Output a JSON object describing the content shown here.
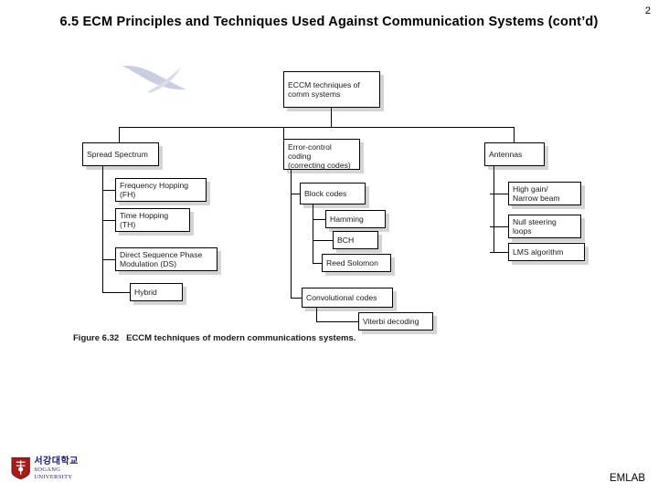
{
  "header": {
    "title": "6.5 ECM Principles and Techniques Used Against Communication Systems (cont’d)",
    "page_number": "2"
  },
  "figure": {
    "caption": "Figure 6.32   ECCM techniques of modern communications systems.",
    "root": {
      "label": "ECCM techniques of\ncomm systems"
    },
    "branches": [
      {
        "label": "Spread Spectrum",
        "children": [
          {
            "label": "Frequency Hopping\n(FH)"
          },
          {
            "label": "Time Hopping\n(TH)"
          },
          {
            "label": "Direct Sequence Phase\nModulation (DS)"
          },
          {
            "label": "Hybrid"
          }
        ]
      },
      {
        "label": "Error-control\ncoding\n(correcting codes)",
        "children": [
          {
            "label": "Block codes",
            "children": [
              {
                "label": "Hamming"
              },
              {
                "label": "BCH"
              },
              {
                "label": "Reed Solomon"
              }
            ]
          },
          {
            "label": "Convolutional codes",
            "children": [
              {
                "label": "Viterbi decoding"
              }
            ]
          }
        ]
      },
      {
        "label": "Antennas",
        "children": [
          {
            "label": "High gain/\nNarrow beam"
          },
          {
            "label": "Null steering\nloops"
          },
          {
            "label": "LMS algorithm"
          }
        ]
      }
    ]
  },
  "footer": {
    "logo_korean": "서강대학교",
    "logo_english": "SOGANG UNIVERSITY",
    "lab_name": "EMLAB"
  },
  "colors": {
    "text": "#000000",
    "node_border": "#000000",
    "node_shadow": "#d4d4d4",
    "logo_blue": "#1b1b6f",
    "logo_red": "#a61c1c",
    "swoosh": "#c9cfe0"
  }
}
